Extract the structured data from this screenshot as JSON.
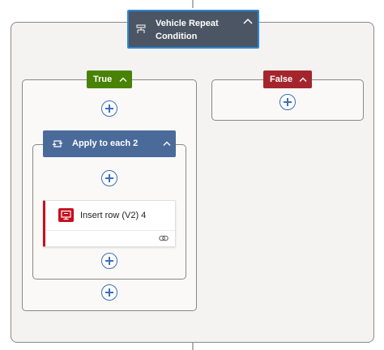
{
  "condition": {
    "title_line1": "Vehicle Repeat",
    "title_line2": "Condition"
  },
  "branches": {
    "true": {
      "label": "True",
      "color": "#498205"
    },
    "false": {
      "label": "False",
      "color": "#a4262c"
    }
  },
  "apply_to_each": {
    "title": "Apply to each 2",
    "color": "#4a6a9a"
  },
  "insert_row": {
    "title": "Insert row (V2) 4",
    "accent": "#c50f1f"
  },
  "icons": [
    "condition-icon",
    "chevron-up-icon",
    "loop-icon",
    "excel-online-icon",
    "link-icon",
    "plus-icon"
  ]
}
